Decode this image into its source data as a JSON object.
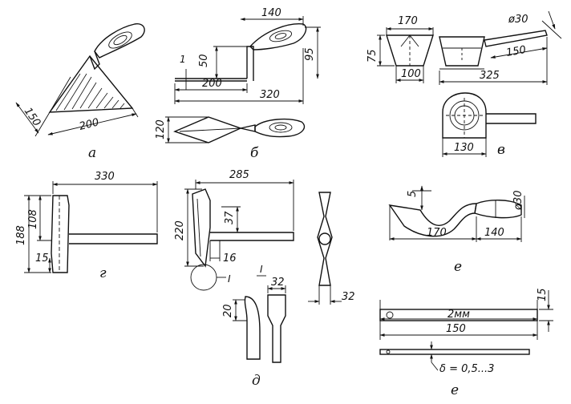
{
  "figure": {
    "a": {
      "caption": "а",
      "dims": {
        "width": "150",
        "length": "200"
      }
    },
    "b": {
      "caption": "б",
      "dims": {
        "top": "140",
        "t": "1",
        "h": "50",
        "total_h": "95",
        "blade": "200",
        "total": "320",
        "width": "120"
      }
    },
    "v": {
      "caption": "в",
      "dims": {
        "top": "170",
        "h": "75",
        "bottom": "100",
        "handle_d": "ø30",
        "handle_len": "150",
        "total": "325",
        "base": "130"
      }
    },
    "g": {
      "caption": "г",
      "dims": {
        "total": "330",
        "h1": "188",
        "h2": "108",
        "t": "15"
      }
    },
    "d": {
      "caption": "д",
      "roman": "I",
      "roman_view": "I",
      "dims": {
        "total": "285",
        "h": "220",
        "h1": "37",
        "w1": "16",
        "tip": "20",
        "blade": "32",
        "side": "32"
      }
    },
    "e": {
      "caption": "е",
      "dims": {
        "r": "5",
        "handle_d": "ø30",
        "curve": "170",
        "handle": "140"
      }
    },
    "ye": {
      "caption": "е",
      "dims": {
        "hole": "2мм",
        "length": "150",
        "w": "15",
        "thick": "δ = 0,5...3"
      }
    }
  }
}
